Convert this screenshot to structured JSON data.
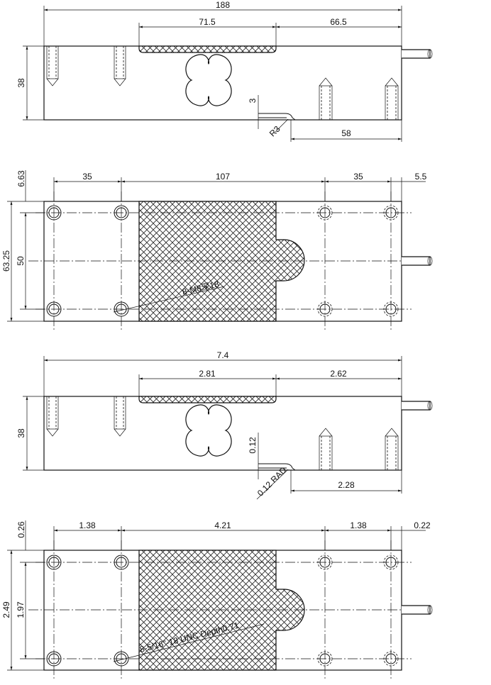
{
  "views": [
    {
      "id": "side-metric",
      "dims": {
        "overall_length": "188",
        "hatch_width": "71.5",
        "right_offset": "66.5",
        "height": "38",
        "gap": "3",
        "radius": "R3",
        "gap_offset": "58"
      }
    },
    {
      "id": "top-metric",
      "dims": {
        "hole_spacing_left": "35",
        "middle_span": "107",
        "hole_spacing_right": "35",
        "right_edge": "5.5",
        "top_edge": "6.63",
        "overall_width": "63.25",
        "hole_row_spacing": "50",
        "thread_note": "8-M8深18"
      }
    },
    {
      "id": "side-imperial",
      "dims": {
        "overall_length": "7.4",
        "hatch_width": "2.81",
        "right_offset": "2.62",
        "height": "38",
        "gap": "0.12",
        "radius": "0.12 RAD",
        "gap_offset": "2.28"
      }
    },
    {
      "id": "top-imperial",
      "dims": {
        "hole_spacing_left": "1.38",
        "middle_span": "4.21",
        "hole_spacing_right": "1.38",
        "right_edge": "0.22",
        "top_edge": "0.26",
        "overall_width": "2.49",
        "hole_row_spacing": "1.97",
        "thread_note": "8-5/16\"-18 UNC Depth0.71"
      }
    }
  ]
}
